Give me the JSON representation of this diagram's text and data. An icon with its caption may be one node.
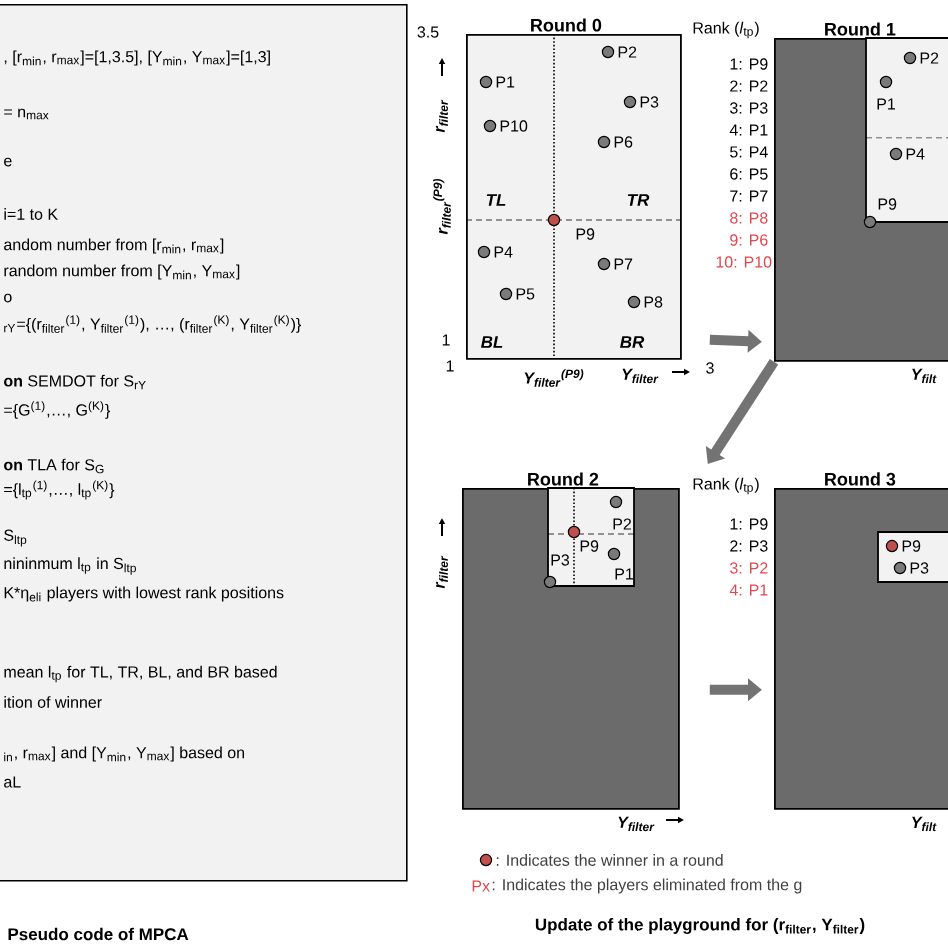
{
  "diagram": {
    "nodes": [
      {
        "text": [
          ", [r$_{min}$, r$_{max}$]=[1,3.5], [Y$_{min}$, Y$_{max}$]=[1,3]",
          "= n$_{max}$",
          "e",
          "i=1 to K",
          "andom number from [r$_{min}$, r$_{max}$]",
          "random number from [Y$_{min}$, Y$_{max}$]",
          "o",
          "$_{rY}$={(r$_{filter}$$^{(1)}$, Y$_{filter}$$^{(1)}$), …, (r$_{filter}$$^{(K)}$, Y$_{filter}$$^{(K)}$)}",
          "**on** SEMDOT for S$_{rY}$",
          "={G$^{(1)}$,…, G$^{(K)}$}",
          "**on** TLA for S$_{G}$",
          "={l$_{tp}$$^{(1)}$,…, l$_{tp}$$^{(K)}$}",
          "S$_{ltp}$",
          "nininmum l$_{tp}$ in S$_{ltp}$",
          "K*η$_{eli}$ players with lowest rank positions",
          "mean l$_{tp}$ for TL, TR, BL, and BR based",
          "ition of winner",
          "$_{in}$, r$_{max}$] and [Y$_{min}$, Y$_{max}$] based on",
          "aL"
        ]
      },
      {
        "text": [
          "Round 0"
        ]
      },
      {
        "text": [
          "Round 1"
        ]
      },
      {
        "text": [
          "Round 2"
        ]
      },
      {
        "text": [
          "Round 3"
        ]
      }
    ],
    "edges": [
      {
        "from": 1,
        "to": 2,
        "arrow": "to"
      },
      {
        "from": 2,
        "to": 3,
        "arrow": "to"
      },
      {
        "from": 3,
        "to": 4,
        "arrow": "to"
      }
    ],
    "labels": [
      "3.5",
      "r$_{filter}$",
      "r$_{filter}$$^{(P9)}$",
      "1",
      "1",
      "Y$_{filter}$$^{(P9)}$",
      "Y$_{filter}$",
      "3",
      "TL",
      "TR",
      "BL",
      "BR",
      "P1",
      "P10",
      "P2",
      "P3",
      "P6",
      "P9",
      "P4",
      "P7",
      "P5",
      "P8",
      "Rank (*l*$_{tp}$)",
      "1: P9",
      "2: P2",
      "3: P3",
      "4: P1",
      "5: P4",
      "6: P5",
      "7: P7",
      "8: P8",
      "9: P6",
      "10: P10",
      "P2",
      "P1",
      "P4",
      "P9",
      "Y$_{filt}$",
      "r$_{filter}$",
      "P2",
      "P9",
      "P3",
      "P1",
      "Y$_{filter}$",
      "Rank (*l*$_{tp}$)",
      "1: P9",
      "2: P3",
      "3: P2",
      "4: P1",
      "P9",
      "P3",
      "Y$_{filt}$",
      "Px",
      "Pseudo code of MPCA",
      "Update of the playground for (r$_{filter}$, Y$_{filter}$)"
    ],
    "legend": [
      {
        "text": ": Indicates the winner in a round"
      },
      {
        "text": ": Indicates the players eliminated from the g"
      }
    ]
  }
}
